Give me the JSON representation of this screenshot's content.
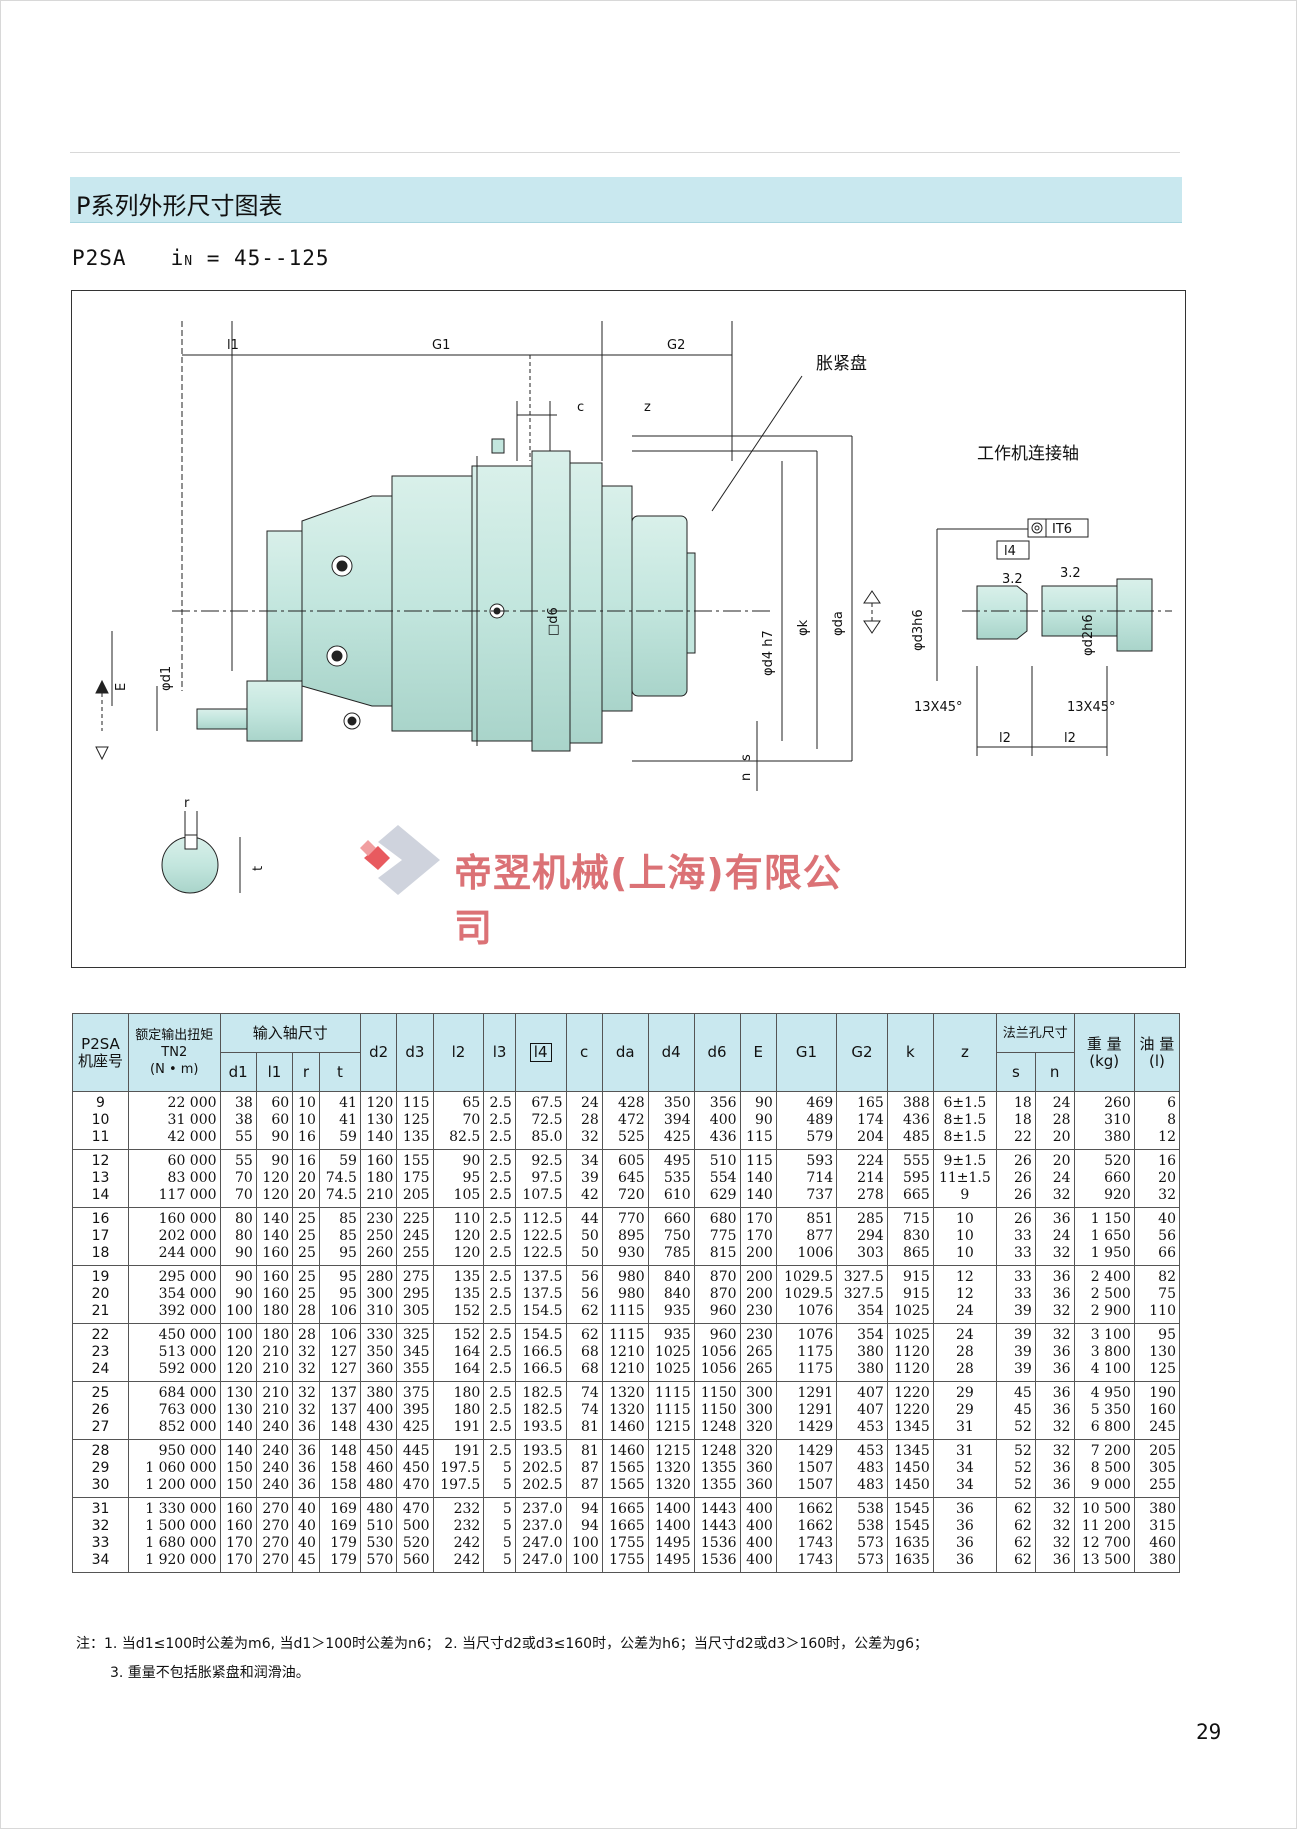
{
  "section_title": "P系列外形尺寸图表",
  "model": "P2SA",
  "ratio": "i",
  "ratio_sub": "N",
  "ratio_range": "= 45--125",
  "drawing": {
    "labels": {
      "l1": "l1",
      "g1": "G1",
      "g2": "G2",
      "c": "c",
      "z": "z",
      "shrink_disc": "胀紧盘",
      "driven_shaft": "工作机连接轴",
      "it6": "IT6",
      "l4": "l4",
      "rough1": "3.2",
      "rough2": "3.2",
      "d6": "□d6",
      "d4": "φd4 h7",
      "k": "φk",
      "da": "φda",
      "d3": "φd3h6",
      "d2": "φd2h6",
      "e": "E",
      "d1": "φd1",
      "chamfer1": "13X45°",
      "chamfer2": "13X45°",
      "l2a": "l2",
      "l2b": "l2",
      "r": "r",
      "t": "t",
      "s": "s",
      "n": "n"
    }
  },
  "watermark": "帝翌机械(上海)有限公司",
  "table": {
    "headers": {
      "model_top": "P2SA",
      "model_bottom": "机座号",
      "torque_top": "额定输出扭矩",
      "torque_sym": "TN2",
      "torque_unit": "(N • m)",
      "input_shaft": "输入轴尺寸",
      "flange_holes": "法兰孔尺寸",
      "weight": "重 量",
      "weight_unit": "(kg)",
      "oil": "油 量",
      "oil_unit": "(l)",
      "cols": [
        "d1",
        "l1",
        "r",
        "t",
        "d2",
        "d3",
        "l2",
        "l3",
        "l4",
        "c",
        "da",
        "d4",
        "d6",
        "E",
        "G1",
        "G2",
        "k",
        "z",
        "s",
        "n"
      ]
    },
    "groups": [
      {
        "rows": [
          [
            "9",
            "22 000",
            "38",
            "60",
            "10",
            "41",
            "120",
            "115",
            "65",
            "2.5",
            "67.5",
            "24",
            "428",
            "350",
            "356",
            "90",
            "469",
            "165",
            "388",
            "6±1.5",
            "18",
            "24",
            "260",
            "6"
          ],
          [
            "10",
            "31 000",
            "38",
            "60",
            "10",
            "41",
            "130",
            "125",
            "70",
            "2.5",
            "72.5",
            "28",
            "472",
            "394",
            "400",
            "90",
            "489",
            "174",
            "436",
            "8±1.5",
            "18",
            "28",
            "310",
            "8"
          ],
          [
            "11",
            "42 000",
            "55",
            "90",
            "16",
            "59",
            "140",
            "135",
            "82.5",
            "2.5",
            "85.0",
            "32",
            "525",
            "425",
            "436",
            "115",
            "579",
            "204",
            "485",
            "8±1.5",
            "22",
            "20",
            "380",
            "12"
          ]
        ]
      },
      {
        "rows": [
          [
            "12",
            "60 000",
            "55",
            "90",
            "16",
            "59",
            "160",
            "155",
            "90",
            "2.5",
            "92.5",
            "34",
            "605",
            "495",
            "510",
            "115",
            "593",
            "224",
            "555",
            "9±1.5",
            "26",
            "20",
            "520",
            "16"
          ],
          [
            "13",
            "83 000",
            "70",
            "120",
            "20",
            "74.5",
            "180",
            "175",
            "95",
            "2.5",
            "97.5",
            "39",
            "645",
            "535",
            "554",
            "140",
            "714",
            "214",
            "595",
            "11±1.5",
            "26",
            "24",
            "660",
            "20"
          ],
          [
            "14",
            "117 000",
            "70",
            "120",
            "20",
            "74.5",
            "210",
            "205",
            "105",
            "2.5",
            "107.5",
            "42",
            "720",
            "610",
            "629",
            "140",
            "737",
            "278",
            "665",
            "9",
            "26",
            "32",
            "920",
            "32"
          ]
        ]
      },
      {
        "rows": [
          [
            "16",
            "160 000",
            "80",
            "140",
            "25",
            "85",
            "230",
            "225",
            "110",
            "2.5",
            "112.5",
            "44",
            "770",
            "660",
            "680",
            "170",
            "851",
            "285",
            "715",
            "10",
            "26",
            "36",
            "1 150",
            "40"
          ],
          [
            "17",
            "202 000",
            "80",
            "140",
            "25",
            "85",
            "250",
            "245",
            "120",
            "2.5",
            "122.5",
            "50",
            "895",
            "750",
            "775",
            "170",
            "877",
            "294",
            "830",
            "10",
            "33",
            "24",
            "1 650",
            "56"
          ],
          [
            "18",
            "244 000",
            "90",
            "160",
            "25",
            "95",
            "260",
            "255",
            "120",
            "2.5",
            "122.5",
            "50",
            "930",
            "785",
            "815",
            "200",
            "1006",
            "303",
            "865",
            "10",
            "33",
            "32",
            "1 950",
            "66"
          ]
        ]
      },
      {
        "rows": [
          [
            "19",
            "295 000",
            "90",
            "160",
            "25",
            "95",
            "280",
            "275",
            "135",
            "2.5",
            "137.5",
            "56",
            "980",
            "840",
            "870",
            "200",
            "1029.5",
            "327.5",
            "915",
            "12",
            "33",
            "36",
            "2 400",
            "82"
          ],
          [
            "20",
            "354 000",
            "90",
            "160",
            "25",
            "95",
            "300",
            "295",
            "135",
            "2.5",
            "137.5",
            "56",
            "980",
            "840",
            "870",
            "200",
            "1029.5",
            "327.5",
            "915",
            "12",
            "33",
            "36",
            "2 500",
            "75"
          ],
          [
            "21",
            "392 000",
            "100",
            "180",
            "28",
            "106",
            "310",
            "305",
            "152",
            "2.5",
            "154.5",
            "62",
            "1115",
            "935",
            "960",
            "230",
            "1076",
            "354",
            "1025",
            "24",
            "39",
            "32",
            "2 900",
            "110"
          ]
        ]
      },
      {
        "rows": [
          [
            "22",
            "450 000",
            "100",
            "180",
            "28",
            "106",
            "330",
            "325",
            "152",
            "2.5",
            "154.5",
            "62",
            "1115",
            "935",
            "960",
            "230",
            "1076",
            "354",
            "1025",
            "24",
            "39",
            "32",
            "3 100",
            "95"
          ],
          [
            "23",
            "513 000",
            "120",
            "210",
            "32",
            "127",
            "350",
            "345",
            "164",
            "2.5",
            "166.5",
            "68",
            "1210",
            "1025",
            "1056",
            "265",
            "1175",
            "380",
            "1120",
            "28",
            "39",
            "36",
            "3 800",
            "130"
          ],
          [
            "24",
            "592 000",
            "120",
            "210",
            "32",
            "127",
            "360",
            "355",
            "164",
            "2.5",
            "166.5",
            "68",
            "1210",
            "1025",
            "1056",
            "265",
            "1175",
            "380",
            "1120",
            "28",
            "39",
            "36",
            "4 100",
            "125"
          ]
        ]
      },
      {
        "rows": [
          [
            "25",
            "684 000",
            "130",
            "210",
            "32",
            "137",
            "380",
            "375",
            "180",
            "2.5",
            "182.5",
            "74",
            "1320",
            "1115",
            "1150",
            "300",
            "1291",
            "407",
            "1220",
            "29",
            "45",
            "36",
            "4 950",
            "190"
          ],
          [
            "26",
            "763 000",
            "130",
            "210",
            "32",
            "137",
            "400",
            "395",
            "180",
            "2.5",
            "182.5",
            "74",
            "1320",
            "1115",
            "1150",
            "300",
            "1291",
            "407",
            "1220",
            "29",
            "45",
            "36",
            "5 350",
            "160"
          ],
          [
            "27",
            "852 000",
            "140",
            "240",
            "36",
            "148",
            "430",
            "425",
            "191",
            "2.5",
            "193.5",
            "81",
            "1460",
            "1215",
            "1248",
            "320",
            "1429",
            "453",
            "1345",
            "31",
            "52",
            "32",
            "6 800",
            "245"
          ]
        ]
      },
      {
        "rows": [
          [
            "28",
            "950 000",
            "140",
            "240",
            "36",
            "148",
            "450",
            "445",
            "191",
            "2.5",
            "193.5",
            "81",
            "1460",
            "1215",
            "1248",
            "320",
            "1429",
            "453",
            "1345",
            "31",
            "52",
            "32",
            "7 200",
            "205"
          ],
          [
            "29",
            "1 060 000",
            "150",
            "240",
            "36",
            "158",
            "460",
            "450",
            "197.5",
            "5",
            "202.5",
            "87",
            "1565",
            "1320",
            "1355",
            "360",
            "1507",
            "483",
            "1450",
            "34",
            "52",
            "36",
            "8 500",
            "305"
          ],
          [
            "30",
            "1 200 000",
            "150",
            "240",
            "36",
            "158",
            "480",
            "470",
            "197.5",
            "5",
            "202.5",
            "87",
            "1565",
            "1320",
            "1355",
            "360",
            "1507",
            "483",
            "1450",
            "34",
            "52",
            "36",
            "9 000",
            "255"
          ]
        ]
      },
      {
        "rows": [
          [
            "31",
            "1 330 000",
            "160",
            "270",
            "40",
            "169",
            "480",
            "470",
            "232",
            "5",
            "237.0",
            "94",
            "1665",
            "1400",
            "1443",
            "400",
            "1662",
            "538",
            "1545",
            "36",
            "62",
            "32",
            "10 500",
            "380"
          ],
          [
            "32",
            "1 500 000",
            "160",
            "270",
            "40",
            "169",
            "510",
            "500",
            "232",
            "5",
            "237.0",
            "94",
            "1665",
            "1400",
            "1443",
            "400",
            "1662",
            "538",
            "1545",
            "36",
            "62",
            "32",
            "11 200",
            "315"
          ],
          [
            "33",
            "1 680 000",
            "170",
            "270",
            "40",
            "179",
            "530",
            "520",
            "242",
            "5",
            "247.0",
            "100",
            "1755",
            "1495",
            "1536",
            "400",
            "1743",
            "573",
            "1635",
            "36",
            "62",
            "32",
            "12 700",
            "460"
          ],
          [
            "34",
            "1 920 000",
            "170",
            "270",
            "45",
            "179",
            "570",
            "560",
            "242",
            "5",
            "247.0",
            "100",
            "1755",
            "1495",
            "1536",
            "400",
            "1743",
            "573",
            "1635",
            "36",
            "62",
            "36",
            "13 500",
            "380"
          ]
        ]
      }
    ]
  },
  "notes": {
    "line1": "注：1. 当d1≤100时公差为m6, 当d1＞100时公差为n6；  2. 当尺寸d2或d3≤160时，公差为h6；当尺寸d2或d3＞160时，公差为g6；",
    "line2": "3. 重量不包括胀紧盘和润滑油。"
  },
  "page_number": "29"
}
